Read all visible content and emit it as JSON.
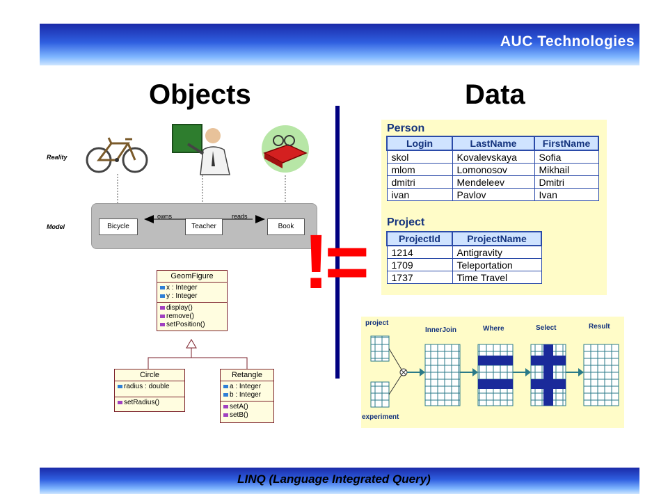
{
  "header": {
    "company": "AUC Technologies"
  },
  "footer": {
    "title": "LINQ (Language Integrated Query)"
  },
  "headings": {
    "left": "Objects",
    "right": "Data",
    "not_equal": "!="
  },
  "objects": {
    "reality_label": "Reality",
    "model_label": "Model",
    "model_boxes": [
      "Bicycle",
      "Teacher",
      "Book"
    ],
    "relations": [
      "owns",
      "reads"
    ],
    "uml": {
      "geom": {
        "name": "GeomFigure",
        "fields": [
          "x : Integer",
          "y : Integer"
        ],
        "methods": [
          "display()",
          "remove()",
          "setPosition()"
        ]
      },
      "circle": {
        "name": "Circle",
        "fields": [
          "radius : double"
        ],
        "methods": [
          "setRadius()"
        ]
      },
      "retangle": {
        "name": "Retangle",
        "fields": [
          "a : Integer",
          "b : Integer"
        ],
        "methods": [
          "setA()",
          "setB()"
        ]
      }
    }
  },
  "data": {
    "person": {
      "title": "Person",
      "columns": [
        "Login",
        "LastName",
        "FirstName"
      ],
      "rows": [
        [
          "skol",
          "Kovalevskaya",
          "Sofia"
        ],
        [
          "mlom",
          "Lomonosov",
          "Mikhail"
        ],
        [
          "dmitri",
          "Mendeleev",
          "Dmitri"
        ],
        [
          "ivan",
          "Pavlov",
          "Ivan"
        ]
      ]
    },
    "project": {
      "title": "Project",
      "columns": [
        "ProjectId",
        "ProjectName"
      ],
      "rows": [
        [
          "1214",
          "Antigravity"
        ],
        [
          "1709",
          "Teleportation"
        ],
        [
          "1737",
          "Time Travel"
        ]
      ]
    },
    "flow": {
      "labels": [
        "project",
        "experiment",
        "InnerJoin",
        "Where",
        "Select",
        "Result"
      ]
    }
  },
  "colors": {
    "accent_red": "#ff0000",
    "navy": "#000080",
    "panel_bg": "#fffcc8",
    "header_blue": "#2f5fe0"
  }
}
